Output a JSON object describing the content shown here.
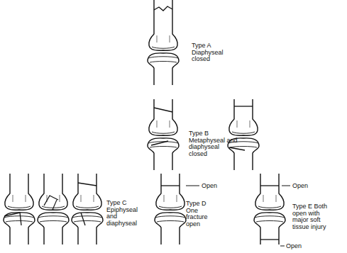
{
  "diagram": {
    "labels": [
      "Type A Diaphyseal closed",
      "Type B Metaphyseal and diaphyseal closed",
      "Open",
      "Open",
      "Type C Epiphyseal and diaphyseal",
      "Type D One fracture open",
      "Type E Both open with major soft tissue injury",
      "Open"
    ]
  }
}
